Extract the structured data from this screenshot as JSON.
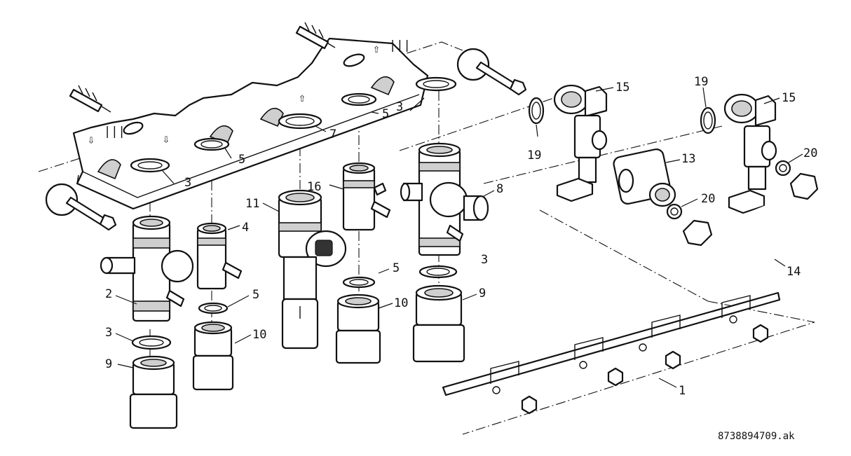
{
  "callouts": [
    {
      "id": "c1",
      "text": "1"
    },
    {
      "id": "c2",
      "text": "2"
    },
    {
      "id": "c3a",
      "text": "3"
    },
    {
      "id": "c3b",
      "text": "3"
    },
    {
      "id": "c3c",
      "text": "3"
    },
    {
      "id": "c3d",
      "text": "3"
    },
    {
      "id": "c4",
      "text": "4"
    },
    {
      "id": "c5a",
      "text": "5"
    },
    {
      "id": "c5b",
      "text": "5"
    },
    {
      "id": "c5c",
      "text": "5"
    },
    {
      "id": "c5d",
      "text": "5"
    },
    {
      "id": "c7",
      "text": "7"
    },
    {
      "id": "c8",
      "text": "8"
    },
    {
      "id": "c9a",
      "text": "9"
    },
    {
      "id": "c9b",
      "text": "9"
    },
    {
      "id": "c10a",
      "text": "10"
    },
    {
      "id": "c10b",
      "text": "10"
    },
    {
      "id": "c11",
      "text": "11"
    },
    {
      "id": "c13",
      "text": "13"
    },
    {
      "id": "c14",
      "text": "14"
    },
    {
      "id": "c15a",
      "text": "15"
    },
    {
      "id": "c15b",
      "text": "15"
    },
    {
      "id": "c16",
      "text": "16"
    },
    {
      "id": "c19a",
      "text": "19"
    },
    {
      "id": "c19b",
      "text": "19"
    },
    {
      "id": "c20a",
      "text": "20"
    },
    {
      "id": "c20b",
      "text": "20"
    }
  ],
  "drawing_code": "8738894709.ak"
}
